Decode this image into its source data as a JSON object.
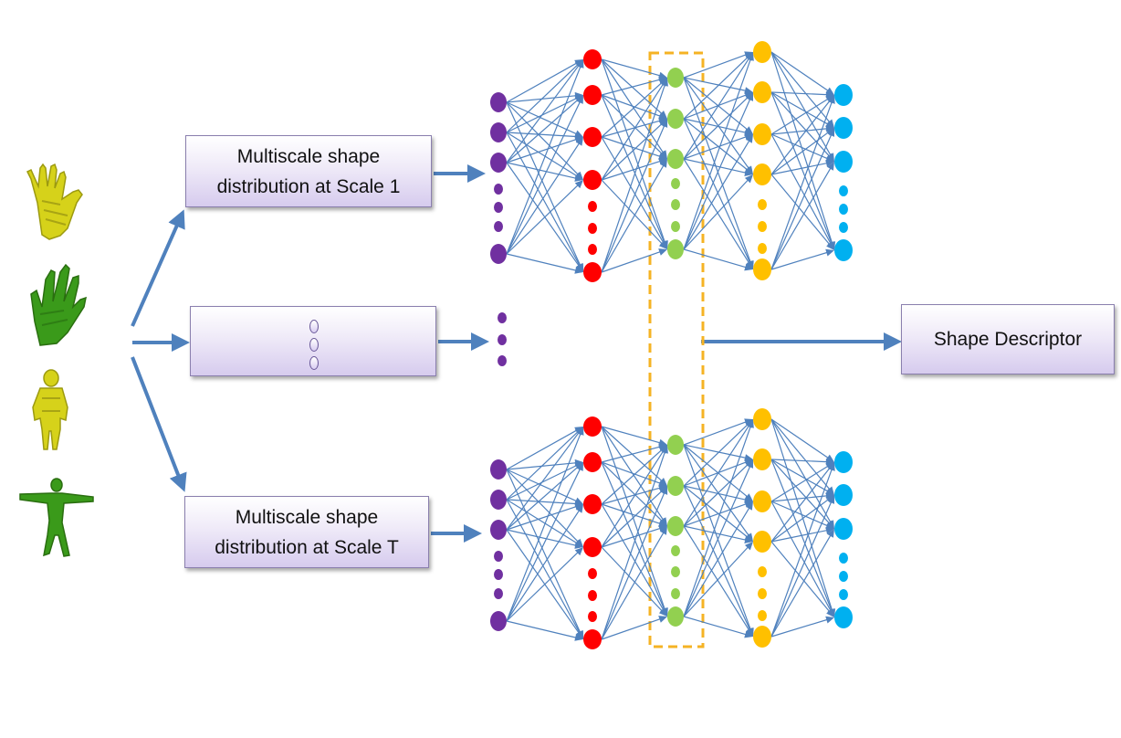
{
  "boxes": {
    "scale1_line1": "Multiscale shape",
    "scale1_line2": "distribution at Scale 1",
    "scaleT_line1": "Multiscale shape",
    "scaleT_line2": "distribution at Scale T",
    "descriptor": "Shape Descriptor"
  },
  "icons": [
    "yellow-hand-icon",
    "green-hand-icon",
    "yellow-human-figure-icon",
    "green-human-figure-icon"
  ],
  "network": {
    "layer_colors": [
      "#7030a0",
      "#ff0000",
      "#92d050",
      "#ffc000",
      "#00b0f0"
    ],
    "arrow_color": "#4f81bd",
    "selection_color": "#f5b324"
  }
}
